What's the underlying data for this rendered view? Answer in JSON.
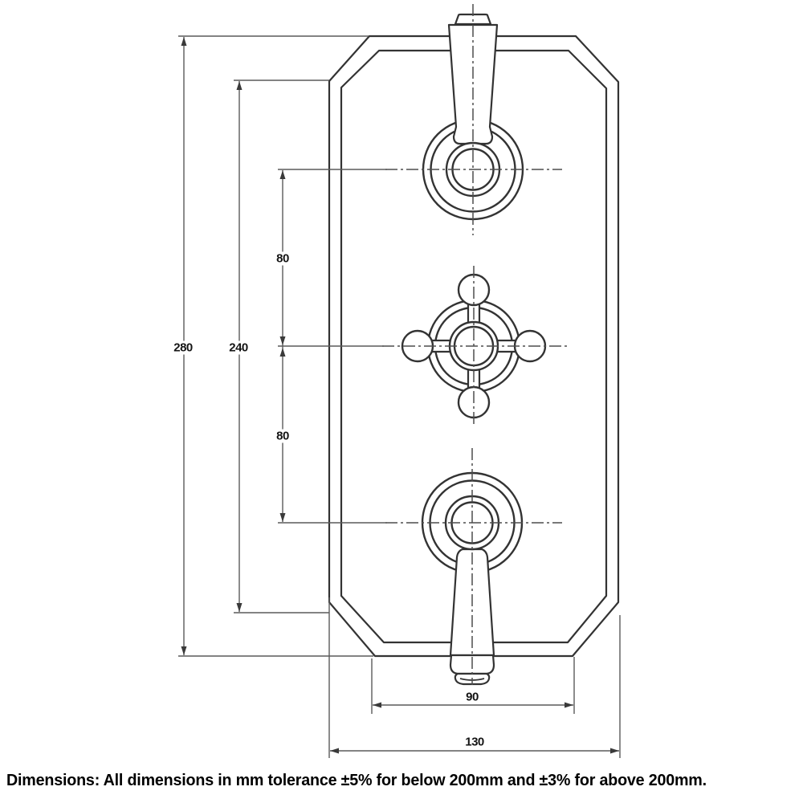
{
  "drawing": {
    "title_hint": "faceplate-front-elevation",
    "dimensions": {
      "overall_height": "280",
      "recess_height": "240",
      "upper_handle_spacing": "80",
      "lower_handle_spacing": "80",
      "bottom_edge_width": "90",
      "overall_width": "130"
    },
    "footer": {
      "text": "Dimensions: All dimensions in mm tolerance ±5% for below 200mm and ±3% for above 200mm."
    },
    "colors": {
      "background": "#ffffff",
      "part_lines": "#333333",
      "dimension_lines": "#5a5a5a",
      "centerlines": "#4d4d4d",
      "label_text": "#141414"
    }
  }
}
